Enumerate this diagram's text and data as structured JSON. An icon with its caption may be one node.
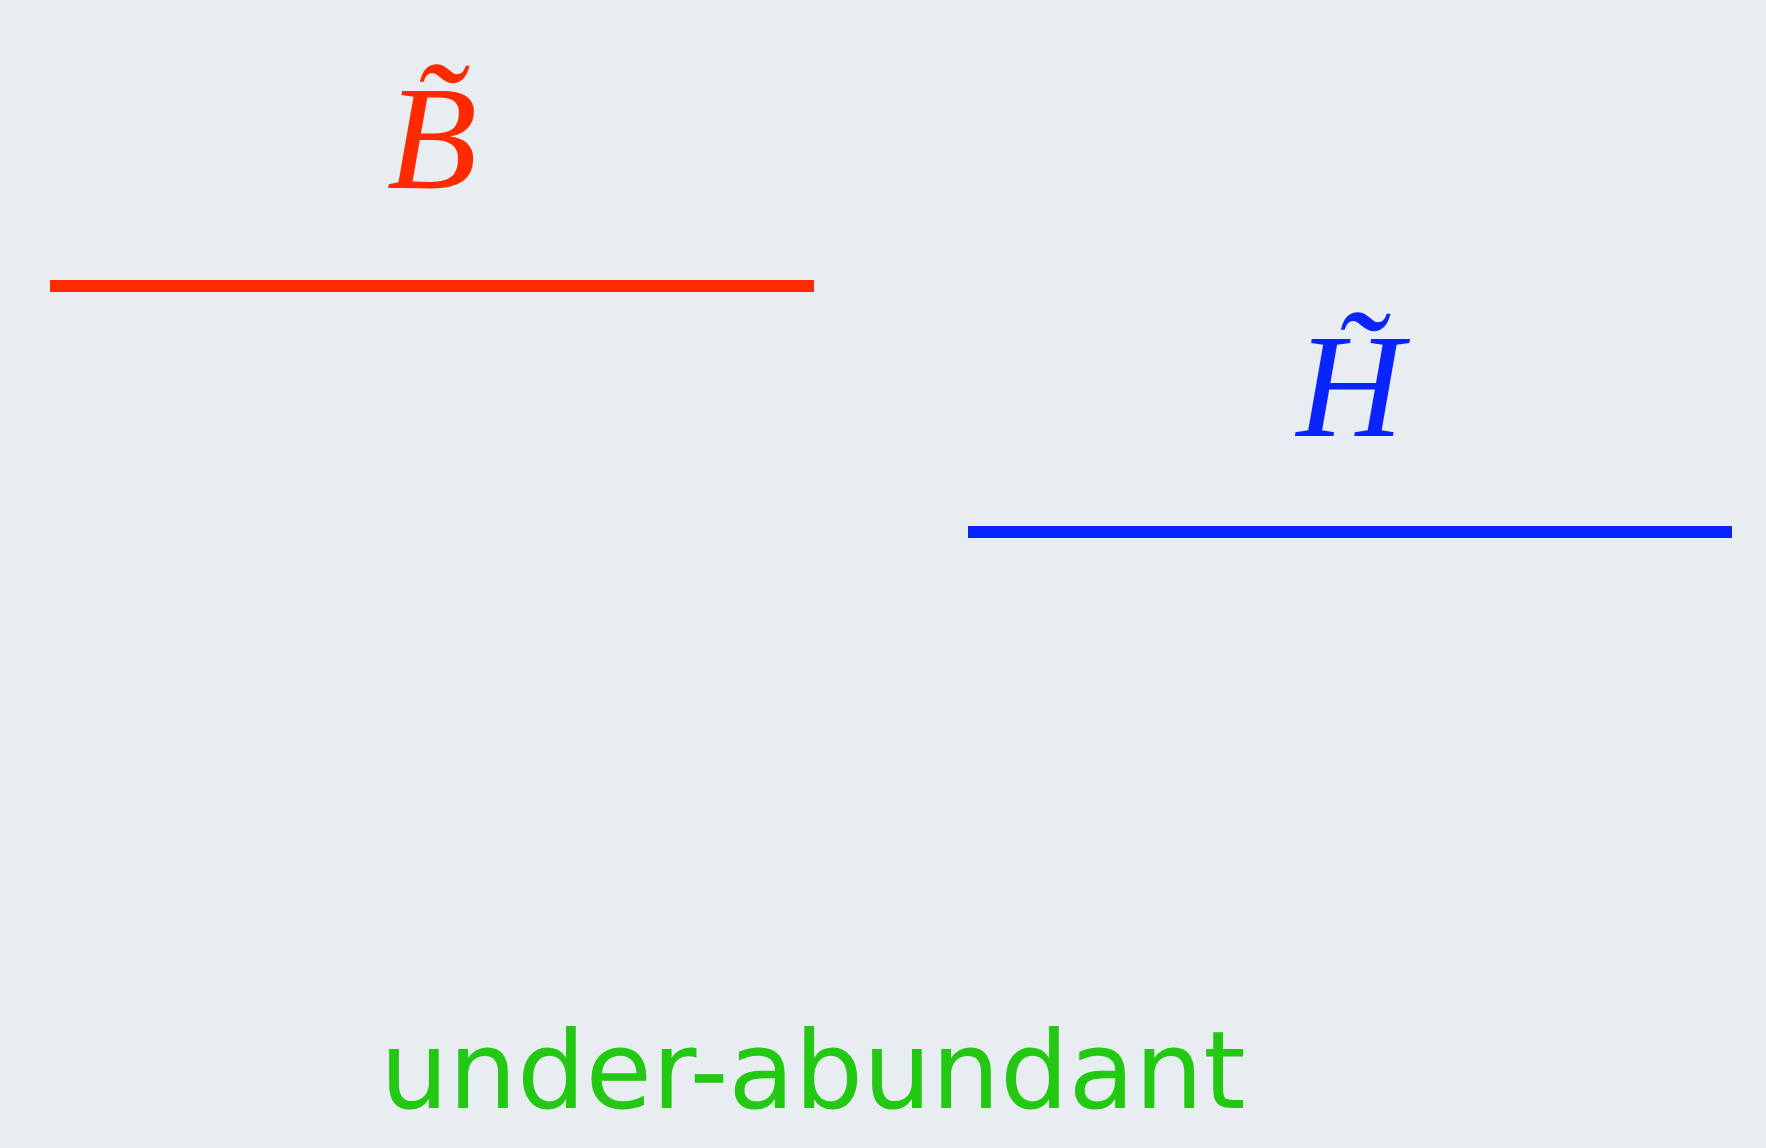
{
  "diagram": {
    "nodes": [
      {
        "text": [
          "B̃"
        ]
      },
      {
        "text": [
          "H̃"
        ]
      }
    ],
    "edges": [],
    "labels": [
      "under-abundant"
    ]
  }
}
